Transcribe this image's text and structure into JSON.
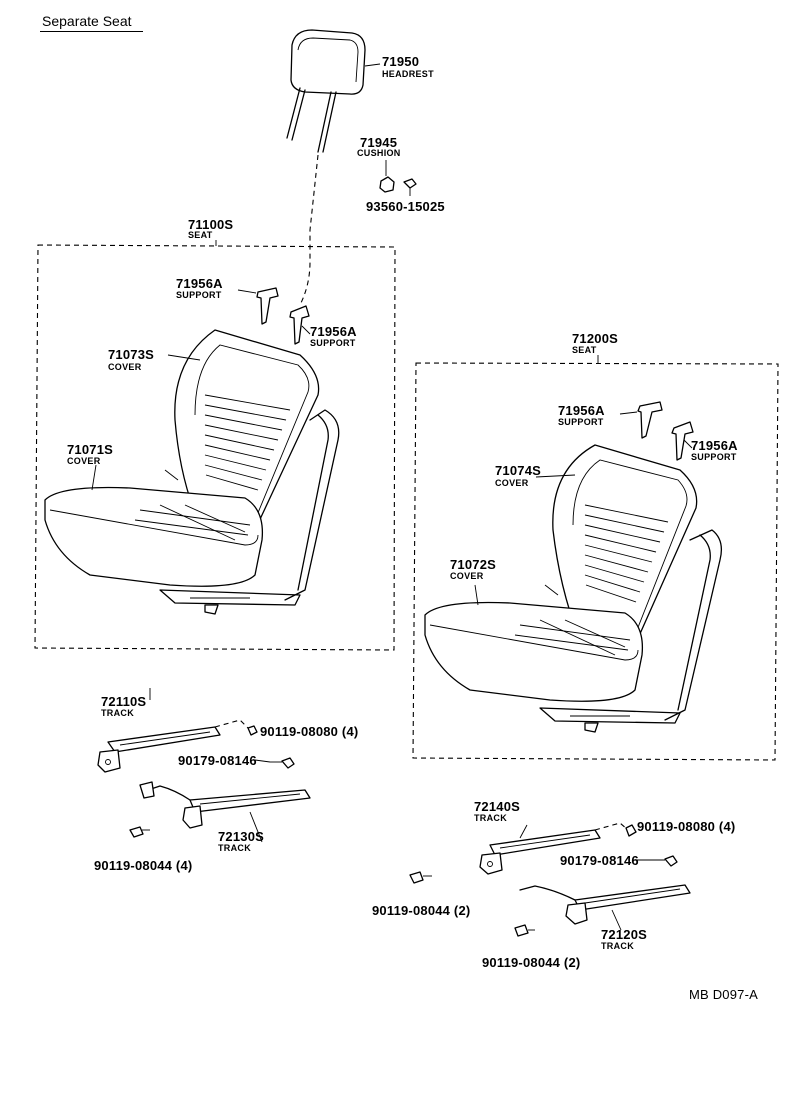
{
  "title": "Separate Seat",
  "catalog_code": "MB D097-A",
  "parts": {
    "headrest": {
      "number": "71950",
      "name": "HEADREST"
    },
    "cushion": {
      "number": "71945",
      "name": "CUSHION"
    },
    "cushion_screw": {
      "number": "93560-15025"
    },
    "seat_left": {
      "number": "71100S",
      "name": "SEAT"
    },
    "support_left_a": {
      "number": "71956A",
      "name": "SUPPORT"
    },
    "support_left_b": {
      "number": "71956A",
      "name": "SUPPORT"
    },
    "cover_back_left": {
      "number": "71073S",
      "name": "COVER"
    },
    "cover_cushion_left": {
      "number": "71071S",
      "name": "COVER"
    },
    "seat_right": {
      "number": "71200S",
      "name": "SEAT"
    },
    "support_right_a": {
      "number": "71956A",
      "name": "SUPPORT"
    },
    "support_right_b": {
      "number": "71956A",
      "name": "SUPPORT"
    },
    "cover_back_right": {
      "number": "71074S",
      "name": "COVER"
    },
    "cover_cushion_right": {
      "number": "71072S",
      "name": "COVER"
    },
    "track_72110s": {
      "number": "72110S",
      "name": "TRACK"
    },
    "bolt_left_upper": {
      "number": "90119-08080 (4)"
    },
    "nut_left": {
      "number": "90179-08146"
    },
    "track_72130s": {
      "number": "72130S",
      "name": "TRACK"
    },
    "bolt_left_lower": {
      "number": "90119-08044 (4)"
    },
    "track_72140s": {
      "number": "72140S",
      "name": "TRACK"
    },
    "bolt_right_upper": {
      "number": "90119-08080 (4)"
    },
    "nut_right": {
      "number": "90179-08146"
    },
    "bolt_right_middle": {
      "number": "90119-08044 (2)"
    },
    "track_72120s": {
      "number": "72120S",
      "name": "TRACK"
    },
    "bolt_right_lower": {
      "number": "90119-08044 (2)"
    }
  }
}
